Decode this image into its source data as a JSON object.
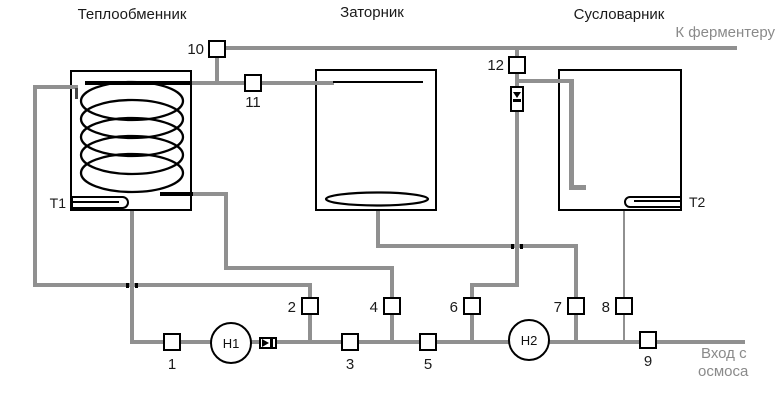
{
  "diagram": {
    "titles": {
      "heat_exchanger": "Теплообменник",
      "mash_tun": "Заторник",
      "wort_boiler": "Сусловарник"
    },
    "flow_labels": {
      "to_fermenter": "К ферментеру",
      "osmosis_line1": "Вход с",
      "osmosis_line2": "осмоса"
    },
    "sensors": {
      "t1": "T1",
      "t2": "T2"
    },
    "pumps": {
      "h1": "Н1",
      "h2": "Н2"
    },
    "valve_labels": {
      "v1": "1",
      "v2": "2",
      "v3": "3",
      "v4": "4",
      "v5": "5",
      "v6": "6",
      "v7": "7",
      "v8": "8",
      "v9": "9",
      "v10": "10",
      "v11": "11",
      "v12": "12"
    },
    "colors": {
      "pipe": "#909090",
      "outline": "#000000",
      "muted_text": "#8a8a8a"
    }
  }
}
